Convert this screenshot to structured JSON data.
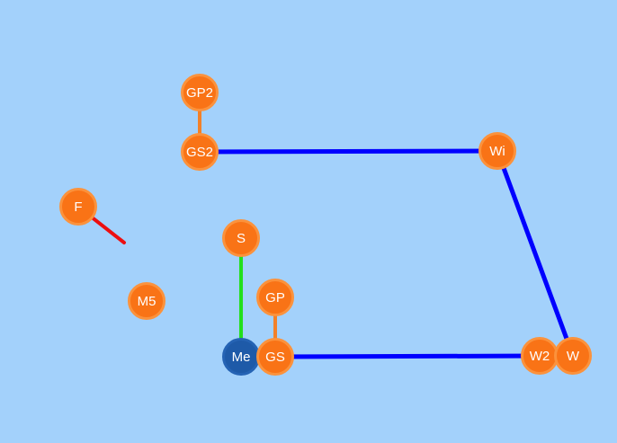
{
  "colors": {
    "background": "#a3d1fb",
    "node_orange": "#f97316",
    "node_orange_ring": "#fb923c",
    "node_blue": "#1e5aa8",
    "edge_blue": "#0000ff",
    "edge_orange": "#f28028",
    "edge_green": "#22e01c",
    "edge_red": "#ec0f10"
  },
  "nodes": [
    {
      "id": "gp2",
      "label": "GP2",
      "kind": "orange"
    },
    {
      "id": "gs2",
      "label": "GS2",
      "kind": "orange"
    },
    {
      "id": "wi",
      "label": "Wi",
      "kind": "orange"
    },
    {
      "id": "f",
      "label": "F",
      "kind": "orange"
    },
    {
      "id": "s",
      "label": "S",
      "kind": "orange"
    },
    {
      "id": "gp",
      "label": "GP",
      "kind": "orange"
    },
    {
      "id": "m5",
      "label": "M5",
      "kind": "orange"
    },
    {
      "id": "me",
      "label": "Me",
      "kind": "blue"
    },
    {
      "id": "gs",
      "label": "GS",
      "kind": "orange"
    },
    {
      "id": "w2",
      "label": "W2",
      "kind": "orange"
    },
    {
      "id": "w",
      "label": "W",
      "kind": "orange"
    }
  ],
  "edges": [
    {
      "from": "gp2",
      "to": "gs2",
      "color": "orange"
    },
    {
      "from": "gs2",
      "to": "wi",
      "color": "blue"
    },
    {
      "from": "wi",
      "to": "w",
      "color": "blue"
    },
    {
      "from": "gs",
      "to": "w2",
      "color": "blue"
    },
    {
      "from": "s",
      "to": "me",
      "color": "green"
    },
    {
      "from": "gp",
      "to": "gs",
      "color": "orange"
    },
    {
      "from": "f",
      "to": "dangling",
      "color": "red"
    }
  ]
}
